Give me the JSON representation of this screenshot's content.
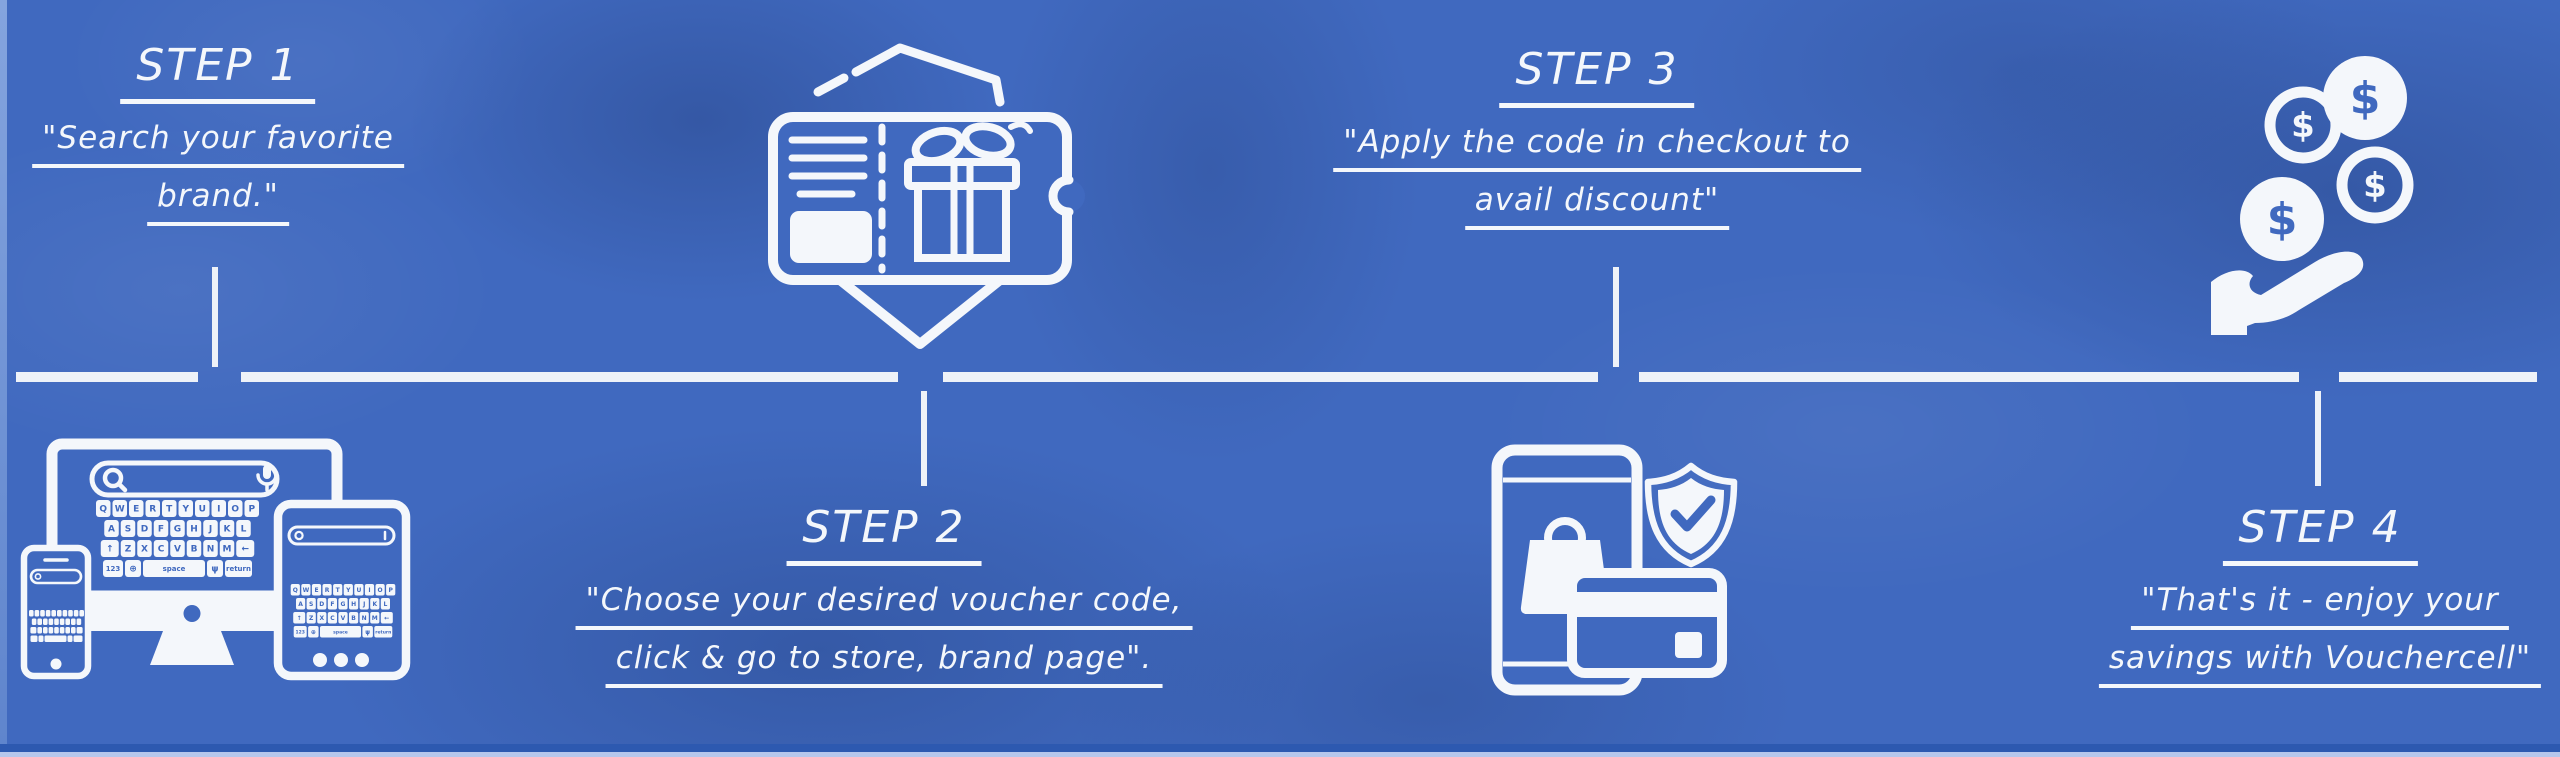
{
  "title": "How it works - 4 step voucher infographic",
  "brand": "Vouchercell",
  "colors": {
    "background": "#4069bf",
    "foreground": "#f4f7fb",
    "timeline": "#eef2f8",
    "bottom_bar_dark": "#2d59b0",
    "bottom_bar_light": "#b6c7ec"
  },
  "steps": [
    {
      "heading": "STEP 1",
      "lines": [
        "\"Search your favorite",
        "brand.\""
      ],
      "icon": "search-devices-icon"
    },
    {
      "heading": "STEP 2",
      "lines": [
        "\"Choose your desired voucher code,",
        "click & go to store, brand page\"."
      ],
      "icon": "gift-voucher-icon"
    },
    {
      "heading": "STEP 3",
      "lines": [
        "\"Apply the code in checkout to",
        "avail discount\""
      ],
      "icon": "mobile-payment-shield-icon"
    },
    {
      "heading": "STEP 4",
      "lines": [
        "\"That's it - enjoy your",
        "savings with Vouchercell\""
      ],
      "icon": "coins-in-hand-icon"
    }
  ],
  "devices": {
    "monitor_keyboard": {
      "row1": [
        "Q",
        "W",
        "E",
        "R",
        "T",
        "Y",
        "U",
        "I",
        "O",
        "P"
      ],
      "row2": [
        "A",
        "S",
        "D",
        "F",
        "G",
        "H",
        "J",
        "K",
        "L"
      ],
      "row3": [
        "Z",
        "X",
        "C",
        "V",
        "B",
        "N",
        "M"
      ],
      "labels": {
        "numbers": "123",
        "space": "space",
        "return": "return"
      }
    }
  },
  "coins": {
    "currency_symbol": "$"
  }
}
